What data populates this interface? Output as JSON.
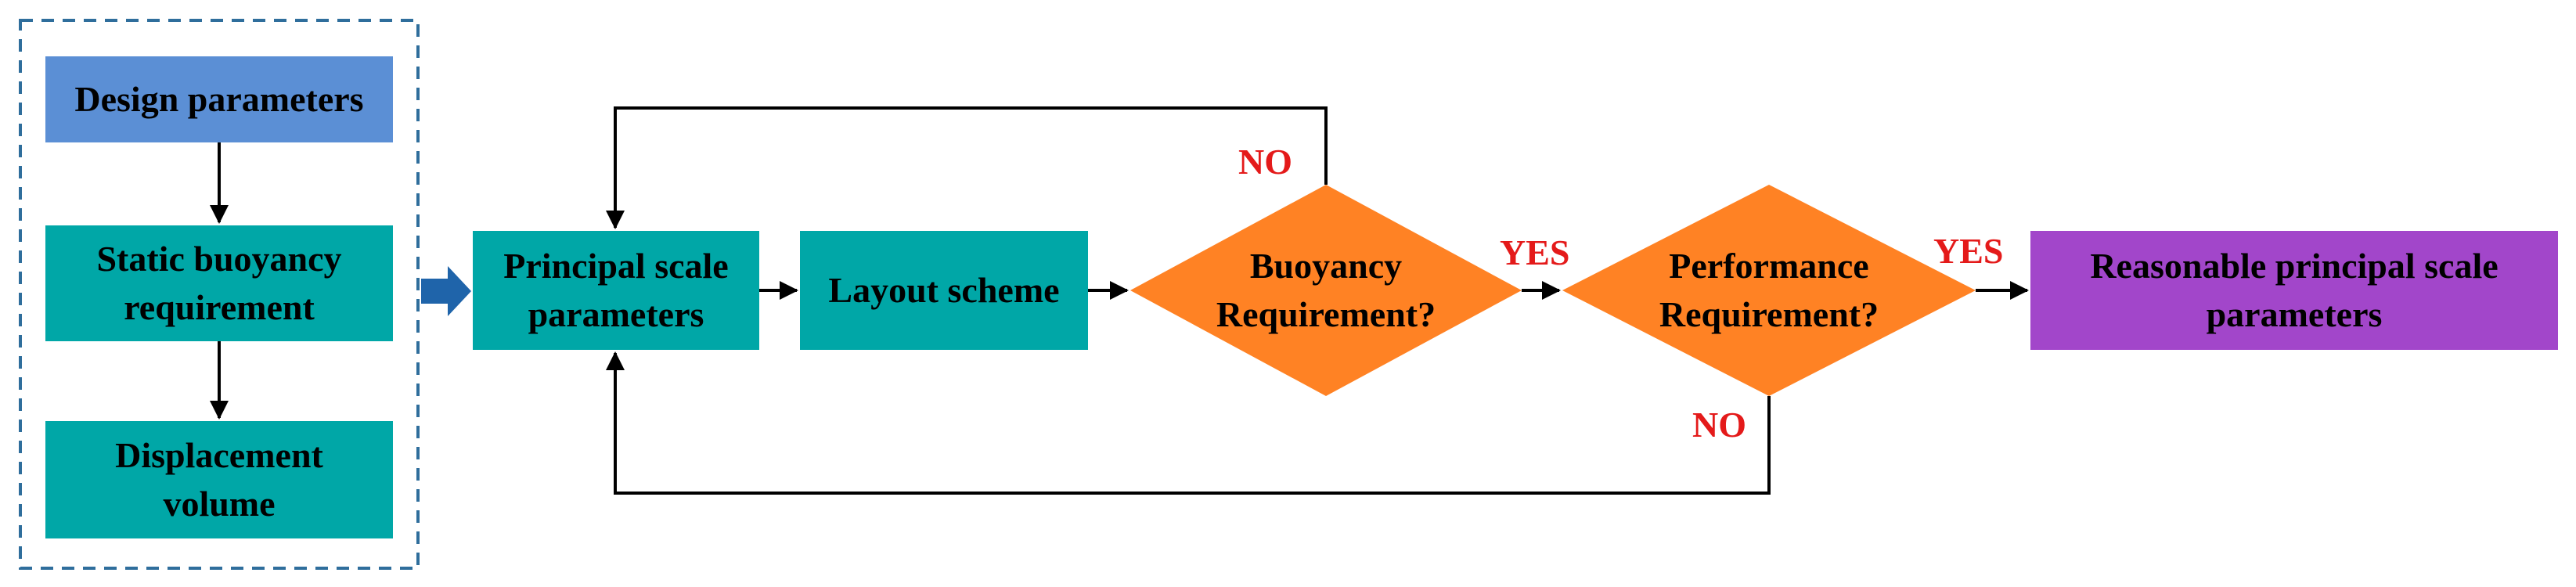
{
  "colors": {
    "design_box": "#5b8fd5",
    "teal_box": "#00a7a7",
    "diamond": "#ff8224",
    "result_box": "#a246ca",
    "dashed_border": "#2f6e9c",
    "block_arrow": "#1f64aa",
    "answer_text": "#e41a1a",
    "line": "#000000"
  },
  "input_group": {
    "design_parameters": "Design parameters",
    "static_buoyancy": "Static buoyancy\nrequirement",
    "displacement_volume": "Displacement\nvolume"
  },
  "flow": {
    "principal_scale": "Principal scale\nparameters",
    "layout_scheme": "Layout scheme",
    "buoyancy_check": "Buoyancy\nRequirement?",
    "performance_check": "Performance\nRequirement?",
    "result": "Reasonable principal scale\nparameters"
  },
  "answers": {
    "buoyancy_no": "NO",
    "buoyancy_yes": "YES",
    "performance_yes": "YES",
    "performance_no": "NO"
  }
}
